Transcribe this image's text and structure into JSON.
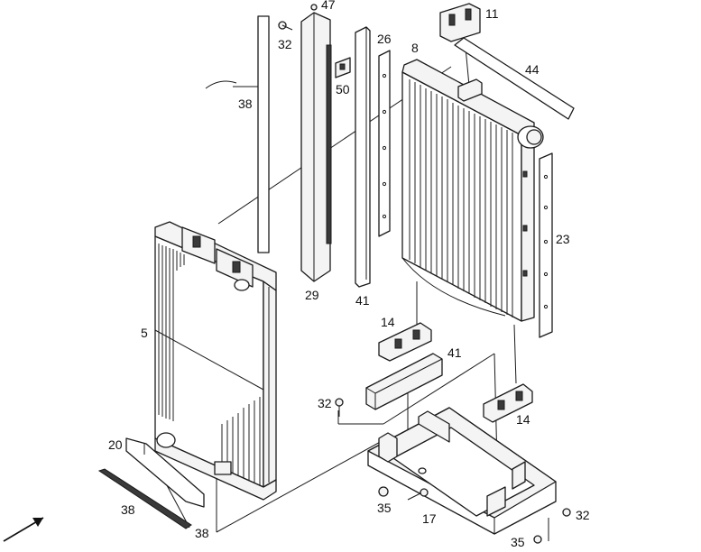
{
  "callouts": {
    "c47": "47",
    "c11": "11",
    "c32a": "32",
    "c26": "26",
    "c8": "8",
    "c44": "44",
    "c50": "50",
    "c38a": "38",
    "c23": "23",
    "c29": "29",
    "c41a": "41",
    "c5": "5",
    "c14a": "14",
    "c41b": "41",
    "c32b": "32",
    "c14b": "14",
    "c20": "20",
    "c38b": "38",
    "c38c": "38",
    "c35a": "35",
    "c17": "17",
    "c32c": "32",
    "c35b": "35"
  }
}
